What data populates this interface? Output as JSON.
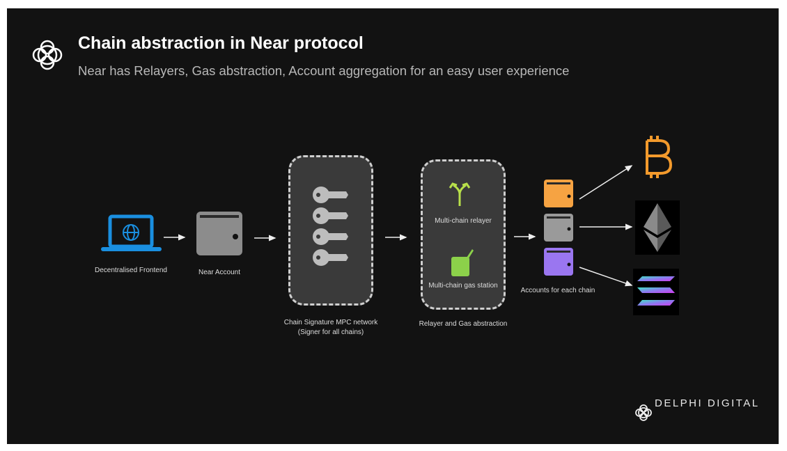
{
  "header": {
    "title": "Chain abstraction in Near protocol",
    "subtitle": "Near has Relayers, Gas abstraction, Account aggregation for an easy user experience"
  },
  "nodes": {
    "frontend": "Decentralised Frontend",
    "near_account": "Near Account",
    "mpc_line1": "Chain Signature MPC network",
    "mpc_line2": "(Signer for all chains)",
    "relayer": "Multi-chain relayer",
    "gas_station": "Multi-chain gas station",
    "abstraction": "Relayer and Gas abstraction",
    "accounts": "Accounts for each chain"
  },
  "chains": [
    "bitcoin",
    "ethereum",
    "solana"
  ],
  "colors": {
    "frontend": "#1a8fe0",
    "wallet_orange": "#f6a342",
    "wallet_grey": "#9a9a9a",
    "wallet_purple": "#9a76f0",
    "green": "#8cd14a",
    "bitcoin": "#f39a2c"
  },
  "brand": {
    "name": "DELPHI DIGITAL"
  }
}
